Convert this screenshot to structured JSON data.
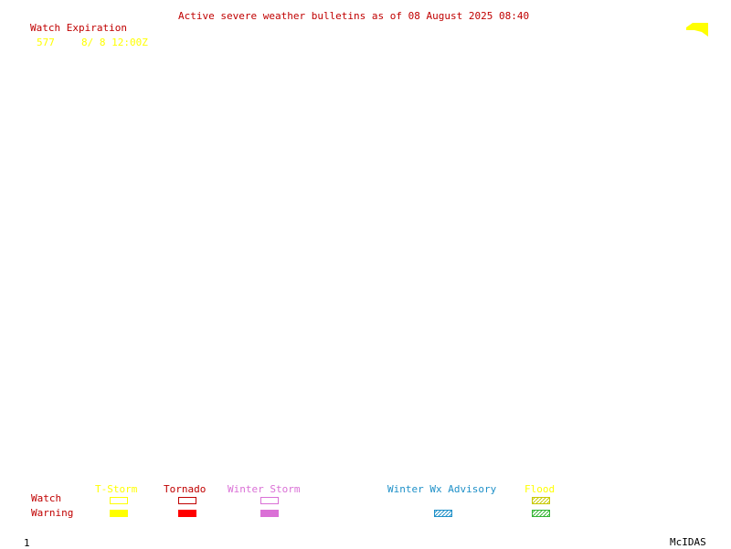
{
  "header": {
    "title": "Active severe weather bulletins as of 08 August 2025 08:40"
  },
  "watch_list": {
    "heading": "Watch Expiration",
    "entries": [
      {
        "number": "577",
        "expiration": "8/ 8 12:00Z"
      }
    ]
  },
  "legend": {
    "row_labels": {
      "watch": "Watch",
      "warning": "Warning"
    },
    "categories": [
      {
        "label": "T-Storm",
        "color": "#ffff00"
      },
      {
        "label": "Tornado",
        "color": "#ff0000"
      },
      {
        "label": "Winter Storm",
        "color": "#da70d6"
      },
      {
        "label": "Winter Wx Advisory",
        "color": "#1e90c8"
      },
      {
        "label": "Flood",
        "color": "#c8c800"
      }
    ]
  },
  "footer": {
    "frame_number": "1",
    "software": "McIDAS"
  }
}
